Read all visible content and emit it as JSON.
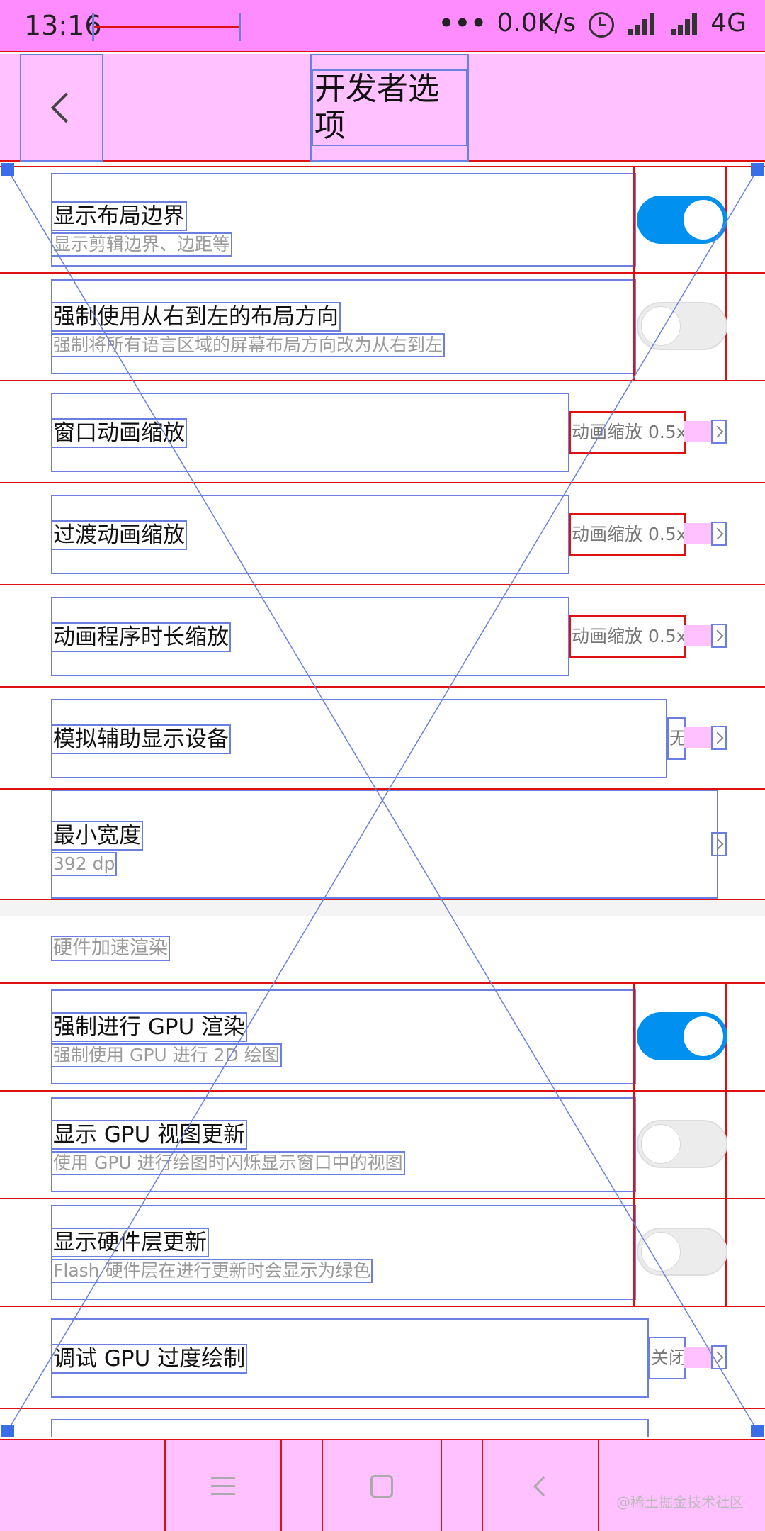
{
  "status_bar": {
    "time": "13:16",
    "network_speed": "0.0K/s",
    "network_type": "4G"
  },
  "title_bar": {
    "title": "开发者选项"
  },
  "settings": {
    "show_layout_bounds": {
      "title": "显示布局边界",
      "subtitle": "显示剪辑边界、边距等",
      "enabled": true
    },
    "force_rtl": {
      "title": "强制使用从右到左的布局方向",
      "subtitle": "强制将所有语言区域的屏幕布局方向改为从右到左",
      "enabled": false
    },
    "window_animation_scale": {
      "title": "窗口动画缩放",
      "value": "动画缩放 0.5x"
    },
    "transition_animation_scale": {
      "title": "过渡动画缩放",
      "value": "动画缩放 0.5x"
    },
    "animator_duration_scale": {
      "title": "动画程序时长缩放",
      "value": "动画缩放 0.5x"
    },
    "simulate_secondary_displays": {
      "title": "模拟辅助显示设备",
      "value": "无"
    },
    "smallest_width": {
      "title": "最小宽度",
      "subtitle": "392 dp"
    },
    "hardware_section": {
      "title": "硬件加速渲染"
    },
    "force_gpu_rendering": {
      "title": "强制进行 GPU 渲染",
      "subtitle": "强制使用 GPU 进行 2D 绘图",
      "enabled": true
    },
    "show_gpu_view_updates": {
      "title": "显示 GPU 视图更新",
      "subtitle": "使用 GPU 进行绘图时闪烁显示窗口中的视图",
      "enabled": false
    },
    "show_hardware_layer_updates": {
      "title": "显示硬件层更新",
      "subtitle": "Flash 硬件层在进行更新时会显示为绿色",
      "enabled": false
    },
    "debug_gpu_overdraw": {
      "title": "调试 GPU 过度绘制",
      "value": "关闭"
    }
  },
  "nav_bar": {
    "buttons": [
      "menu-icon",
      "home-icon",
      "back-icon"
    ]
  },
  "watermark": "@稀土掘金技术社区",
  "colors": {
    "status_bar_bg": "#ff8cff",
    "title_bar_bg": "#ffc1ff",
    "switch_on": "#0090f0",
    "bounds_red": "#dd1111",
    "bounds_blue": "#6a7fe0"
  }
}
